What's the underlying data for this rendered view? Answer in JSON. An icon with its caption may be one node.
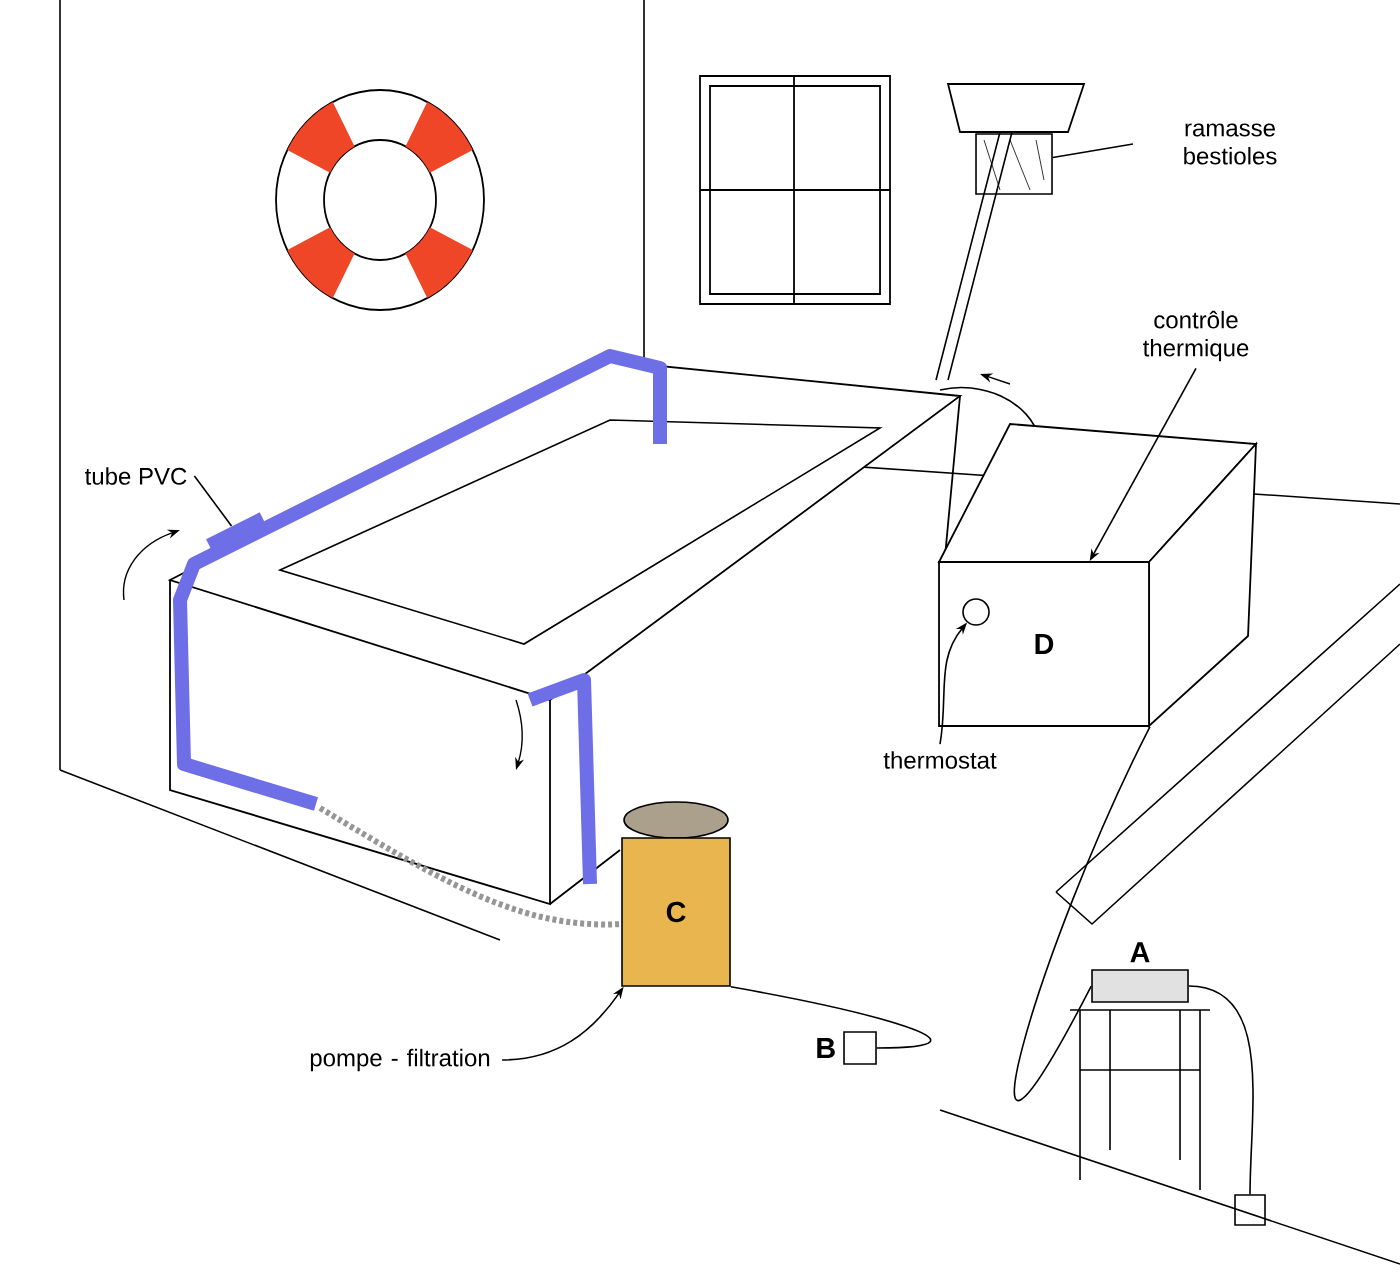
{
  "diagram": {
    "nodes": [
      {
        "text": [
          "ramasse bestioles"
        ]
      },
      {
        "text": [],
        "shape": "picture"
      },
      {
        "text": [
          "contrôle thermique"
        ]
      },
      {
        "text": [
          "D"
        ]
      },
      {
        "text": [
          "tube PVC"
        ]
      },
      {
        "text": [],
        "shape": "picture"
      },
      {
        "text": [
          "thermostat"
        ]
      },
      {
        "text": [],
        "shape": "circle",
        "in": 3
      },
      {
        "text": [
          "pompe - filtration"
        ]
      },
      {
        "text": [
          "C"
        ]
      },
      {
        "text": [
          "A"
        ]
      },
      {
        "text": [
          "B"
        ]
      },
      {
        "text": [],
        "shape": "box"
      }
    ],
    "edges": [
      {
        "from": 0,
        "to": 1,
        "arrow": "none"
      },
      {
        "from": 2,
        "to": 3,
        "arrow": "to"
      },
      {
        "from": 4,
        "to": 5,
        "arrow": "none"
      },
      {
        "from": 6,
        "to": 7,
        "arrow": "to"
      },
      {
        "from": 8,
        "to": 9,
        "arrow": "to"
      },
      {
        "from": 9,
        "to": 11,
        "arrow": "none"
      },
      {
        "from": 3,
        "to": 10,
        "arrow": "none"
      },
      {
        "from": 10,
        "to": 12,
        "arrow": "none"
      }
    ]
  }
}
